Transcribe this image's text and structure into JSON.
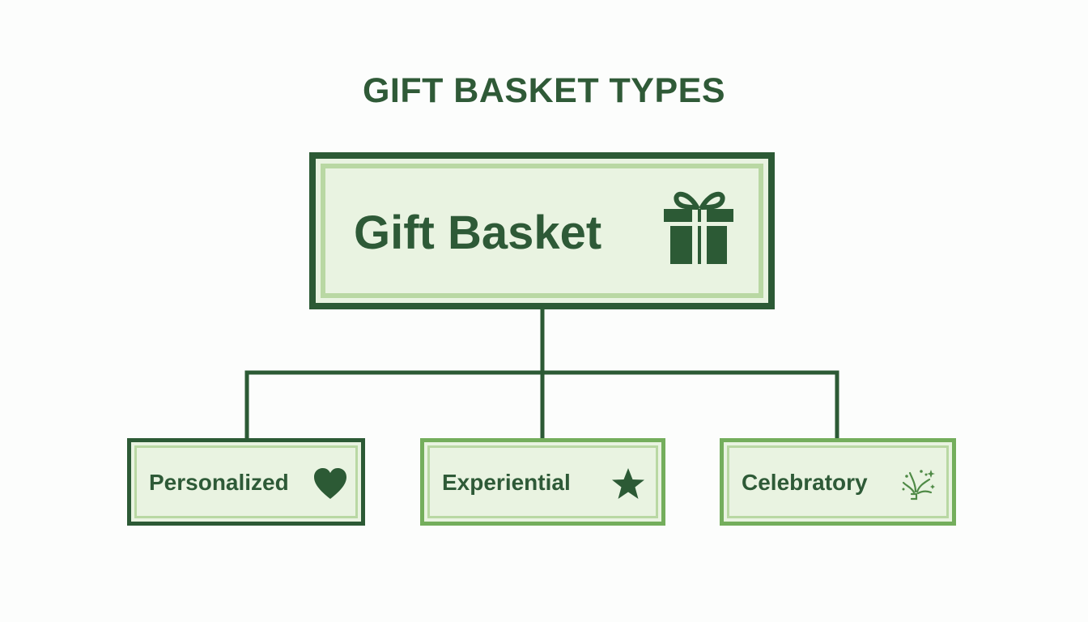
{
  "diagram": {
    "title": "GIFT BASKET TYPES",
    "root": {
      "label": "Gift Basket",
      "icon": "gift-icon"
    },
    "children": [
      {
        "label": "Personalized",
        "icon": "heart-icon"
      },
      {
        "label": "Experiential",
        "icon": "star-icon"
      },
      {
        "label": "Celebratory",
        "icon": "confetti-icon"
      }
    ]
  },
  "colors": {
    "dark_green": "#2c5a35",
    "light_green": "#74ae5c",
    "pale_green_fill": "#e9f3e1",
    "inner_border": "#b9d8a3"
  }
}
